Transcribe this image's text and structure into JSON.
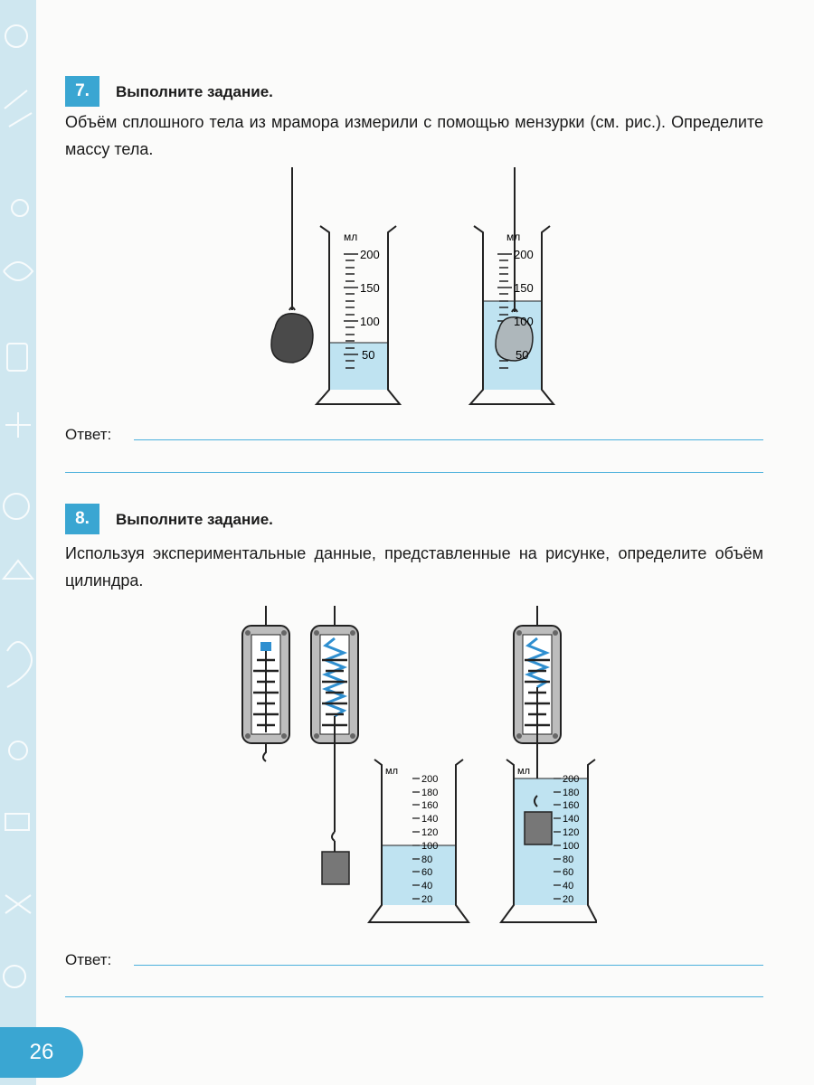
{
  "page_number": "26",
  "task7": {
    "number": "7.",
    "title": "Выполните задание.",
    "text": "Объём сплошного тела из мрамора измерили с помощью мензурки (см. рис.). Определите массу тела.",
    "answer_label": "Ответ:",
    "figure": {
      "unit": "мл",
      "scale_labels": [
        "200",
        "150",
        "100",
        "50"
      ],
      "cylinder1_level_ml": 65,
      "cylinder2_level_ml": 135
    }
  },
  "task8": {
    "number": "8.",
    "title": "Выполните задание.",
    "text": "Используя экспериментальные данные, представленные на рисунке, определите объём цилиндра.",
    "answer_label": "Ответ:",
    "figure": {
      "unit": "мл",
      "scale_labels": [
        "200",
        "180",
        "160",
        "140",
        "120",
        "100",
        "80",
        "60",
        "40",
        "20"
      ],
      "cylinder1_level_ml": 100,
      "cylinder2_level_ml": 200
    }
  },
  "colors": {
    "accent": "#3aa6d2",
    "water": "#bfe3f1",
    "spring": "#2f8fd0"
  }
}
